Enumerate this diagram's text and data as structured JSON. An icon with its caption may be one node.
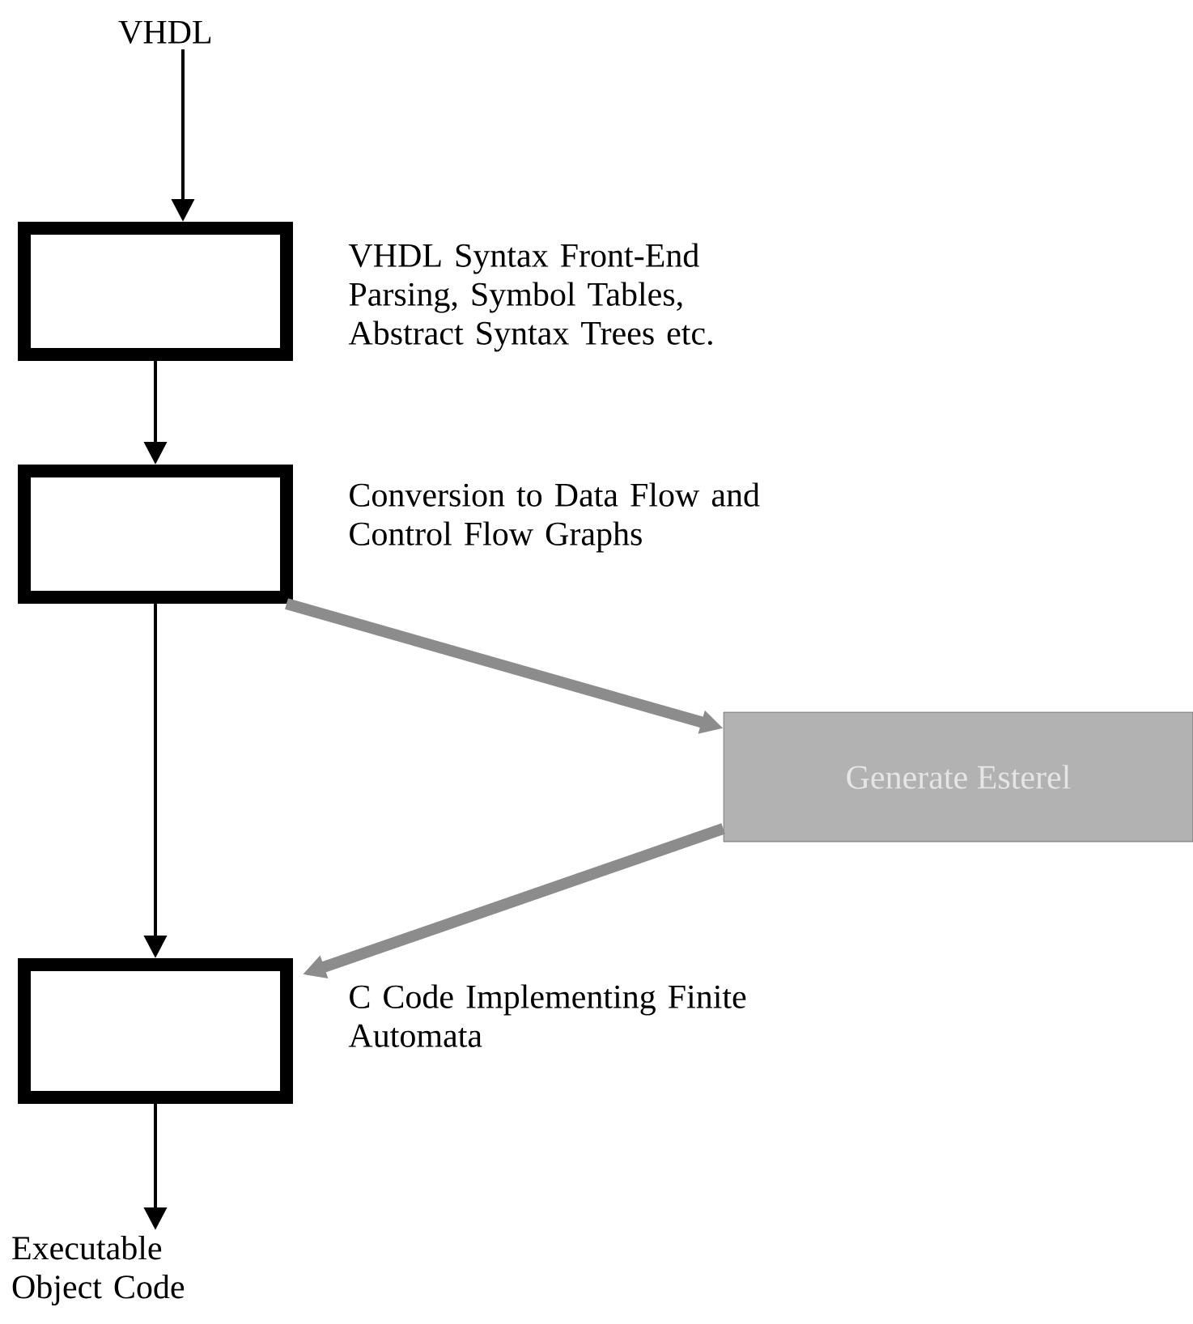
{
  "diagram": {
    "nodes": [
      {
        "text": [
          "VHDL"
        ]
      },
      {
        "text": [],
        "shape": "box",
        "beside": [
          "VHDL Syntax Front-End Parsing, Symbol Tables, Abstract Syntax Trees etc."
        ]
      },
      {
        "text": [],
        "shape": "box",
        "beside": [
          "Conversion to Data Flow and Control Flow Graphs"
        ]
      },
      {
        "text": [
          "Generate Esterel"
        ]
      },
      {
        "text": [],
        "shape": "box",
        "beside": [
          "C Code Implementing Finite Automata"
        ]
      },
      {
        "text": [
          "Executable Object Code"
        ]
      }
    ],
    "edges": [
      {
        "from": 0,
        "to": 1,
        "arrow": "to"
      },
      {
        "from": 1,
        "to": 2,
        "arrow": "to"
      },
      {
        "from": 2,
        "to": 4,
        "arrow": "to"
      },
      {
        "from": 2,
        "to": 3,
        "arrow": "to",
        "style": "thick",
        "color": "#8c8c8c"
      },
      {
        "from": 3,
        "to": 4,
        "arrow": "to",
        "style": "thick",
        "color": "#8c8c8c"
      },
      {
        "from": 4,
        "to": 5,
        "arrow": "to"
      }
    ]
  }
}
